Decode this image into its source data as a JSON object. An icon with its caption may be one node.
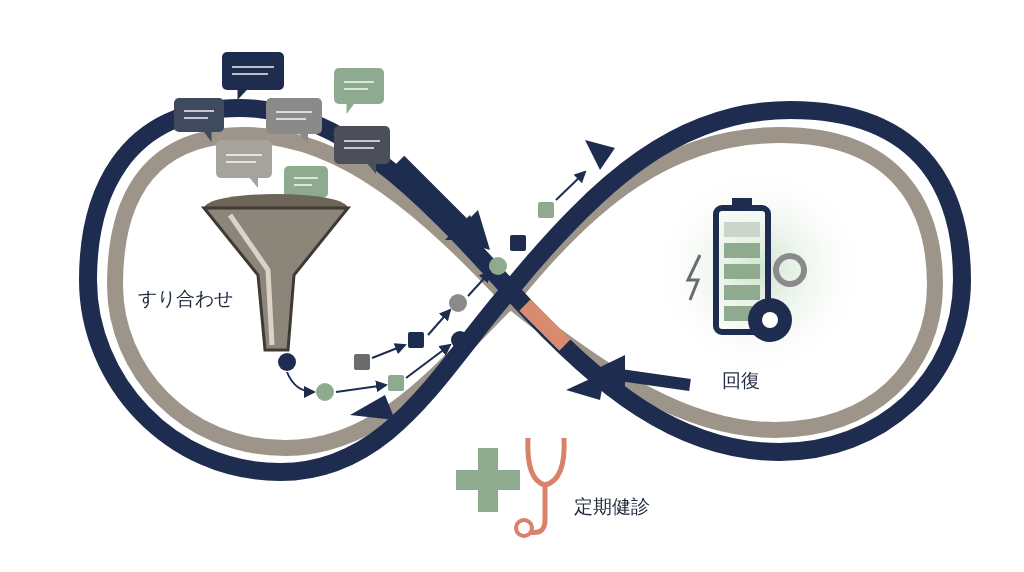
{
  "diagram": {
    "labels": [
      "すり合わせ",
      "回復",
      "定期健診"
    ]
  }
}
